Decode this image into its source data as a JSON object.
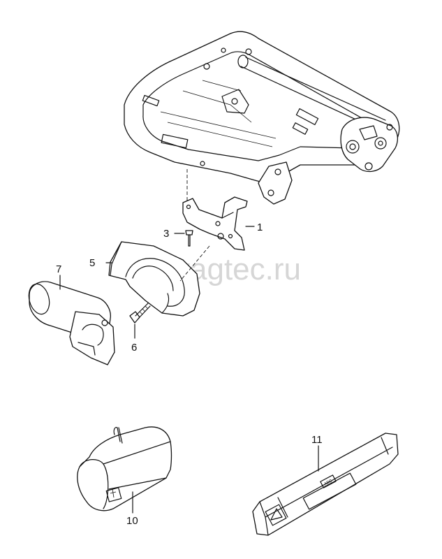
{
  "watermark": "vagtec.ru",
  "callouts": [
    {
      "id": "1",
      "label": "1"
    },
    {
      "id": "3",
      "label": "3"
    },
    {
      "id": "5",
      "label": "5"
    },
    {
      "id": "6",
      "label": "6"
    },
    {
      "id": "7",
      "label": "7"
    },
    {
      "id": "10",
      "label": "10"
    },
    {
      "id": "11",
      "label": "11"
    }
  ],
  "kit_label_text": "ABC"
}
